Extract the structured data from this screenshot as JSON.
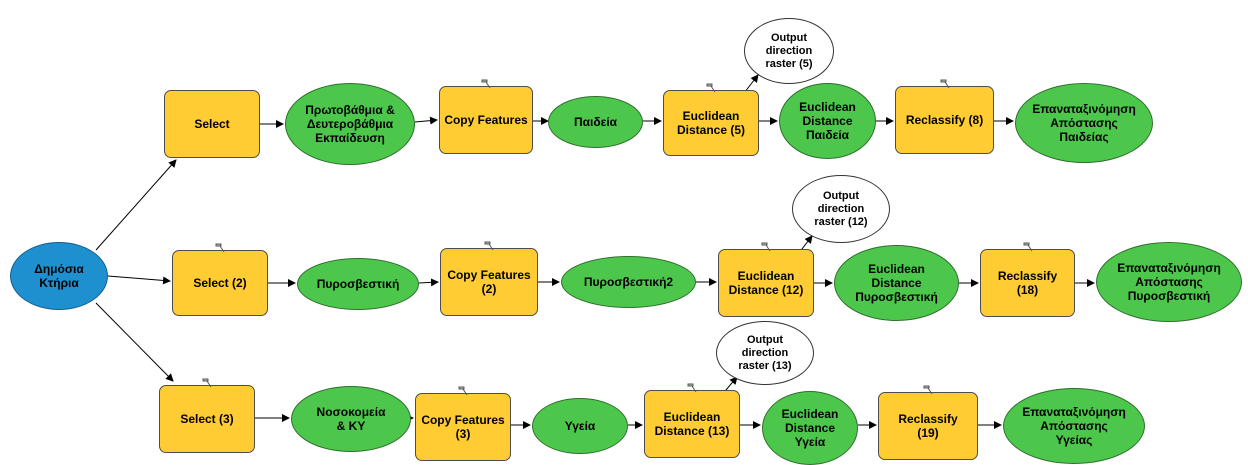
{
  "colors": {
    "tool": "#ffcc33",
    "data": "#4cc74c",
    "input": "#1e90d0",
    "output": "#ffffff"
  },
  "nodes": {
    "input": {
      "label": "Δημόσια\nΚτήρια"
    },
    "row1": {
      "select": "Select",
      "selected": "Πρωτοβάθμια &\nΔευτεροβάθμια\nΕκπαίδευση",
      "copy": "Copy Features",
      "copied": "Παιδεία",
      "euclid": "Euclidean\nDistance (5)",
      "dist": "Euclidean\nDistance\nΠαιδεία",
      "direction": "Output\ndirection\nraster (5)",
      "reclass": "Reclassify (8)",
      "result": "Επαναταξινόμηση\nΑπόστασης\nΠαιδείας"
    },
    "row2": {
      "select": "Select (2)",
      "selected": "Πυροσβεστική",
      "copy": "Copy Features\n(2)",
      "copied": "Πυροσβεστική2",
      "euclid": "Euclidean\nDistance (12)",
      "dist": "Euclidean\nDistance\nΠυροσβεστική",
      "direction": "Output\ndirection\nraster (12)",
      "reclass": "Reclassify\n(18)",
      "result": "Επαναταξινόμηση\nΑπόστασης\nΠυροσβεστική"
    },
    "row3": {
      "select": "Select (3)",
      "selected": "Νοσοκομεία\n& ΚΥ",
      "copy": "Copy Features\n(3)",
      "copied": "Υγεία",
      "euclid": "Euclidean\nDistance (13)",
      "dist": "Euclidean\nDistance\nΥγεία",
      "direction": "Output\ndirection\nraster (13)",
      "reclass": "Reclassify\n(19)",
      "result": "Επαναταξινόμηση\nΑπόστασης\nΥγείας"
    }
  }
}
